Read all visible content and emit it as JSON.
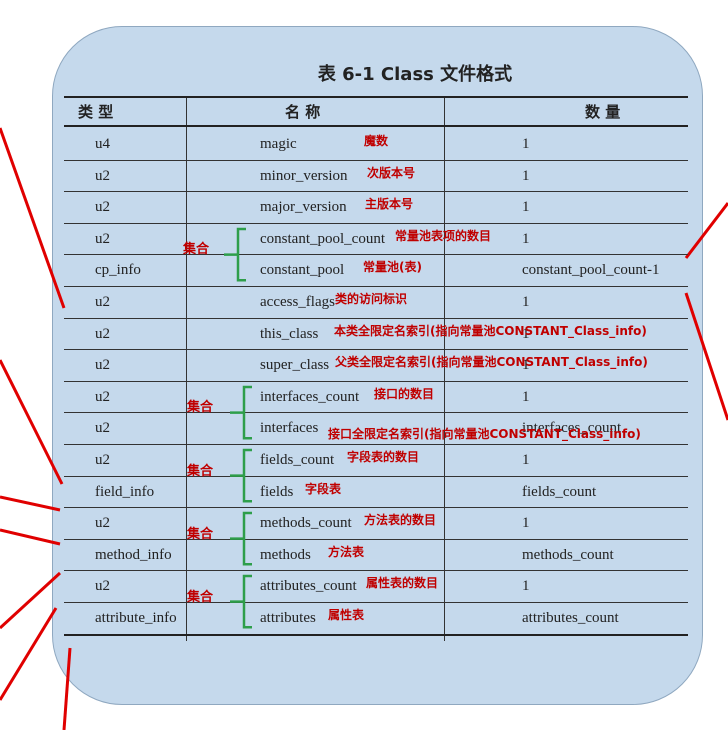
{
  "table": {
    "title": "表 6-1   Class 文件格式",
    "headers": {
      "type": "类    型",
      "name": "名    称",
      "count": "数    量"
    },
    "rows": [
      {
        "type": "u4",
        "name": "magic",
        "count": "1",
        "note": "魔数"
      },
      {
        "type": "u2",
        "name": "minor_version",
        "count": "1",
        "note": "次版本号"
      },
      {
        "type": "u2",
        "name": "major_version",
        "count": "1",
        "note": "主版本号"
      },
      {
        "type": "u2",
        "name": "constant_pool_count",
        "count": "1",
        "note": "常量池表项的数目"
      },
      {
        "type": "cp_info",
        "name": "constant_pool",
        "count": "constant_pool_count-1",
        "note": "常量池(表)"
      },
      {
        "type": "u2",
        "name": "access_flags",
        "count": "1",
        "note": "类的访问标识"
      },
      {
        "type": "u2",
        "name": "this_class",
        "count": "1",
        "note": "本类全限定名索引(指向常量池CONSTANT_Class_info)"
      },
      {
        "type": "u2",
        "name": "super_class",
        "count": "1",
        "note": "父类全限定名索引(指向常量池CONSTANT_Class_info)"
      },
      {
        "type": "u2",
        "name": "interfaces_count",
        "count": "1",
        "note": "接口的数目"
      },
      {
        "type": "u2",
        "name": "interfaces",
        "count": "interfaces_count",
        "note": "接口全限定名索引(指向常量池CONSTANT_Class_info)"
      },
      {
        "type": "u2",
        "name": "fields_count",
        "count": "1",
        "note": "字段表的数目"
      },
      {
        "type": "field_info",
        "name": "fields",
        "count": "fields_count",
        "note": "字段表"
      },
      {
        "type": "u2",
        "name": "methods_count",
        "count": "1",
        "note": "方法表的数目"
      },
      {
        "type": "method_info",
        "name": "methods",
        "count": "methods_count",
        "note": "方法表"
      },
      {
        "type": "u2",
        "name": "attributes_count",
        "count": "1",
        "note": "属性表的数目"
      },
      {
        "type": "attribute_info",
        "name": "attributes",
        "count": "attributes_count",
        "note": "属性表"
      }
    ]
  },
  "groups": [
    {
      "label": "集合",
      "rows": [
        3,
        4
      ]
    },
    {
      "label": "集合",
      "rows": [
        8,
        9
      ]
    },
    {
      "label": "集合",
      "rows": [
        10,
        11
      ]
    },
    {
      "label": "集合",
      "rows": [
        12,
        13
      ]
    },
    {
      "label": "集合",
      "rows": [
        14,
        15
      ]
    }
  ],
  "colors": {
    "panel": "#c5d9ec",
    "annotation": "#c00000",
    "brace": "#2e9e4a",
    "pointer_line": "#e00000"
  }
}
